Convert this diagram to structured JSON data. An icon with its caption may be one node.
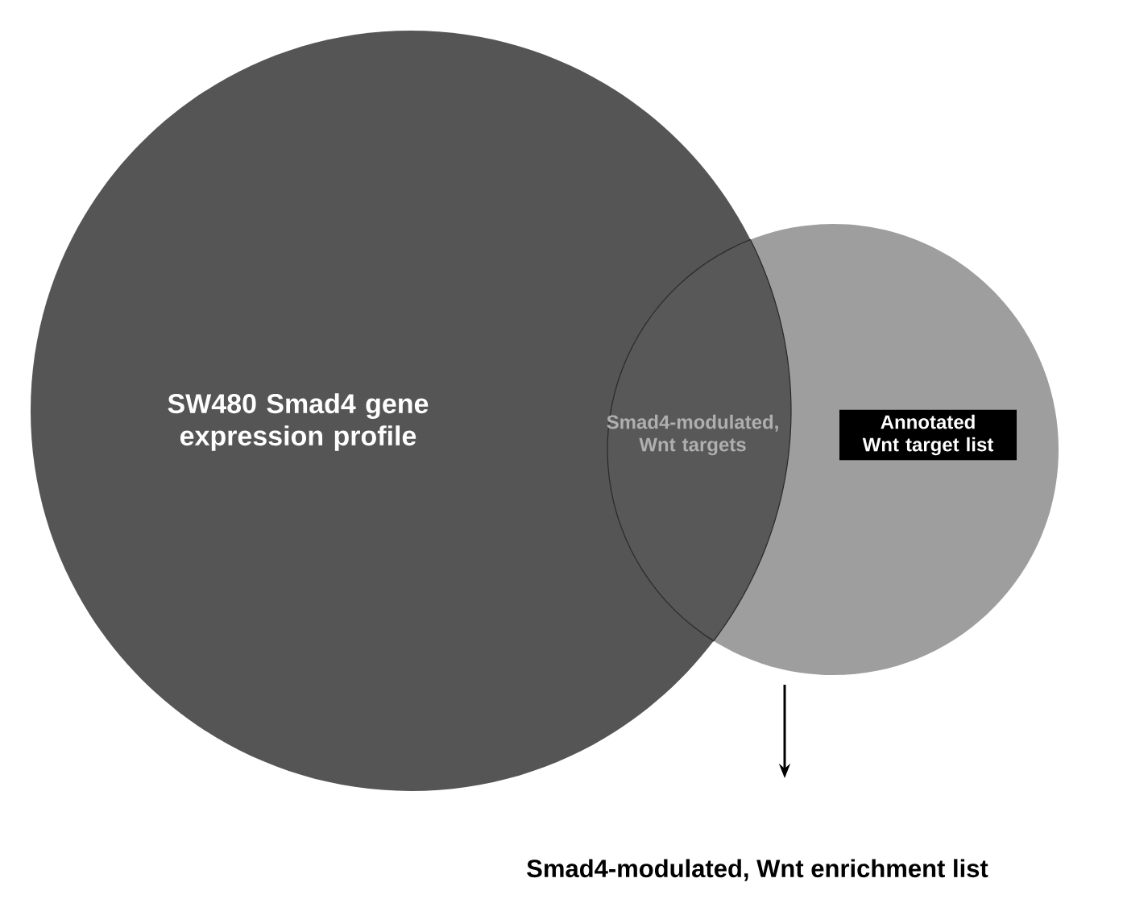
{
  "diagram": {
    "nodes": [
      {
        "text": [
          "SW480 Smad4 gene expression profile"
        ]
      },
      {
        "text": [
          "Smad4-modulated, Wnt targets"
        ]
      },
      {
        "text": [],
        "shape": "circle"
      },
      {
        "text": [
          "Annotated Wnt target list"
        ],
        "in": 2
      },
      {
        "text": [
          "Smad4-modulated, Wnt enrichment list"
        ]
      }
    ],
    "edges": [
      {
        "from": 1,
        "to": 4,
        "arrow": "to"
      }
    ]
  }
}
